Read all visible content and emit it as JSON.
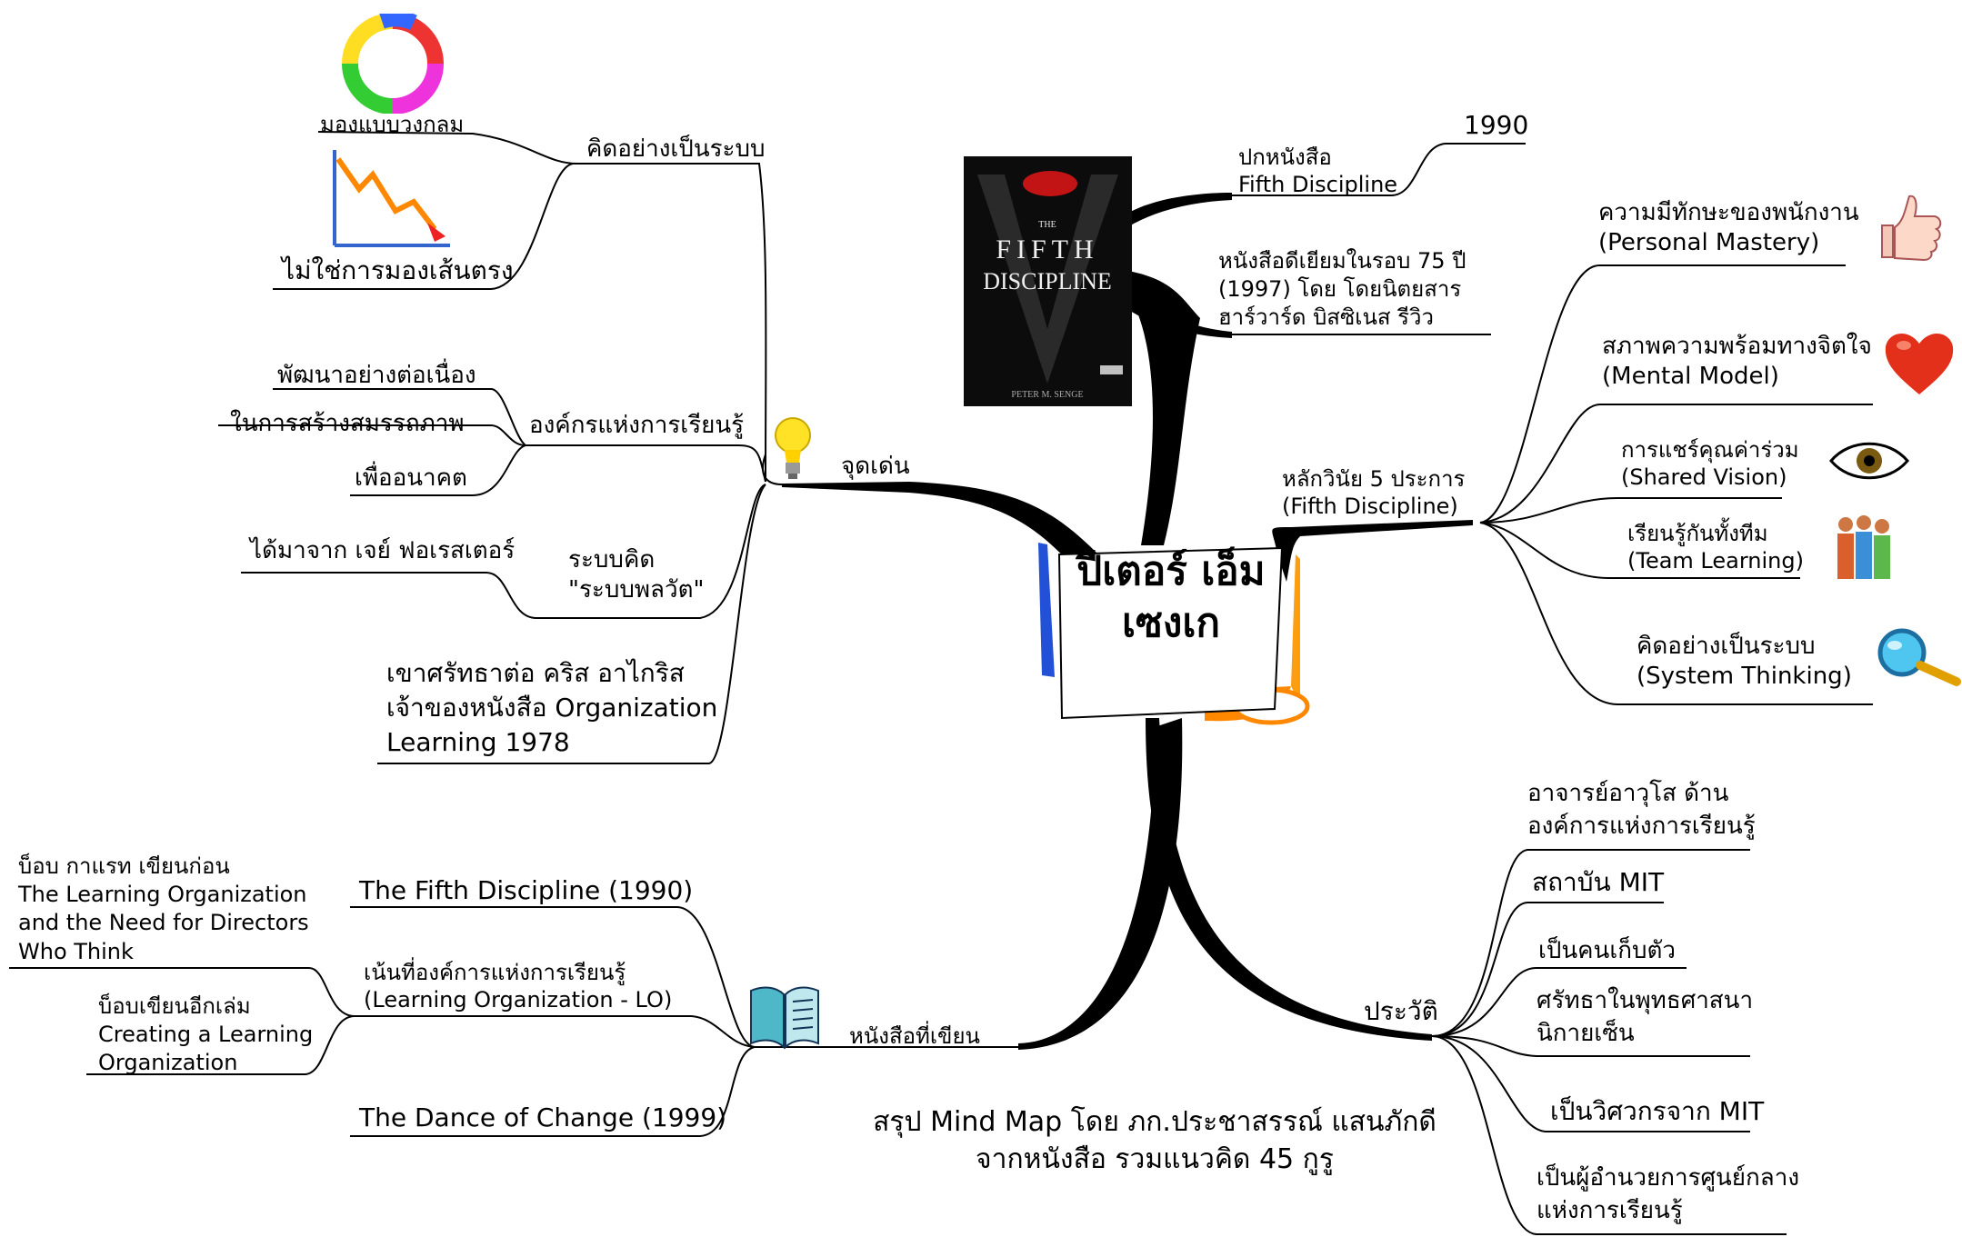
{
  "central": {
    "title": "ปีเตอร์ เอ็ม เซงเก"
  },
  "summary": {
    "line1": "สรุป Mind Map โดย ภก.ประชาสรรณ์ แสนภักดี",
    "line2": "จากหนังสือ รวมแนวคิด 45 กูรู"
  },
  "highlights": {
    "label": "จุดเด่น",
    "systems_thinking": {
      "label": "คิดอย่างเป็นระบบ",
      "circular": "มองแบบวงกลม",
      "not_linear": "ไม่ใช่การมองเส้นตรง"
    },
    "learning_org": {
      "label": "องค์กรแห่งการเรียนรู้",
      "continuous": "พัฒนาอย่างต่อเนื่อง",
      "competency": "ในการสร้างสมรรถภาพ",
      "future": "เพื่ออนาคต"
    },
    "dynamics": {
      "label_line1": "ระบบคิด",
      "label_line2": "\"ระบบพลวัต\"",
      "source": "ได้มาจาก เจย์ ฟอเรสเตอร์"
    },
    "argyris": {
      "line1": "เขาศรัทธาต่อ คริส อาไกริส",
      "line2": "เจ้าของหนังสือ Organization",
      "line3": "Learning 1978"
    }
  },
  "cover": {
    "label_line1": "ปกหนังสือ",
    "label_line2": "Fifth Discipline",
    "year": "1990",
    "award_line1": "หนังสือดีเยียมในรอบ 75 ปี",
    "award_line2": "(1997) โดย โดยนิตยสาร",
    "award_line3": "ฮาร์วาร์ด บิสซิเนส รีวิว",
    "book_title_line1": "THE",
    "book_title_line2": "FIFTH",
    "book_title_line3": "DISCIPLINE",
    "book_author": "PETER M. SENGE"
  },
  "disciplines": {
    "label_line1": "หลักวินัย 5 ประการ",
    "label_line2": "(Fifth Discipline)",
    "items": [
      {
        "th": "ความมีทักษะของพนักงาน",
        "en": "(Personal Mastery)",
        "icon": "thumbs-up-icon"
      },
      {
        "th": "สภาพความพร้อมทางจิตใจ",
        "en": "(Mental Model)",
        "icon": "heart-icon"
      },
      {
        "th": "การแชร์คุณค่าร่วม",
        "en": "(Shared Vision)",
        "icon": "eye-icon"
      },
      {
        "th": "เรียนรู้กันทั้งทีม",
        "en": "(Team Learning)",
        "icon": "team-icon"
      },
      {
        "th": "คิดอย่างเป็นระบบ",
        "en": "(System Thinking)",
        "icon": "magnifier-icon"
      }
    ]
  },
  "biography": {
    "label": "ประวัติ",
    "items": [
      {
        "line1": "อาจารย์อาวุโส ด้าน",
        "line2": "องค์การแห่งการเรียนรู้"
      },
      {
        "line1": "สถาบัน MIT"
      },
      {
        "line1": "เป็นคนเก็บตัว"
      },
      {
        "line1": "ศรัทธาในพุทธศาสนา",
        "line2": "นิกายเซ็น"
      },
      {
        "line1": "เป็นวิศวกรจาก MIT"
      },
      {
        "line1": "เป็นผู้อำนวยการศูนย์กลาง",
        "line2": "แห่งการเรียนรู้"
      }
    ]
  },
  "books": {
    "label": "หนังสือที่เขียน",
    "fifth_discipline": "The Fifth Discipline (1990)",
    "lo": {
      "line1": "เน้นที่องค์การแห่งการเรียนรู้",
      "line2": "(Learning Organization - LO)"
    },
    "bob_garratt": {
      "line1": "บ็อบ กาแรท เขียนก่อน",
      "line2": "The Learning Organization",
      "line3": "and the Need for Directors",
      "line4": "Who Think"
    },
    "bob_another": {
      "line1": "บ็อบเขียนอีกเล่ม",
      "line2": "Creating a Learning",
      "line3": "Organization"
    },
    "dance_of_change": "The Dance of Change (1999)"
  },
  "colors": {
    "branch": "#000000",
    "connector": "#000000",
    "bulb": "#f5d400",
    "heart": "#e3301a",
    "book_cover": "#0c0c0c",
    "callout_blue": "#2251d8",
    "callout_orange": "#ff8c00"
  }
}
